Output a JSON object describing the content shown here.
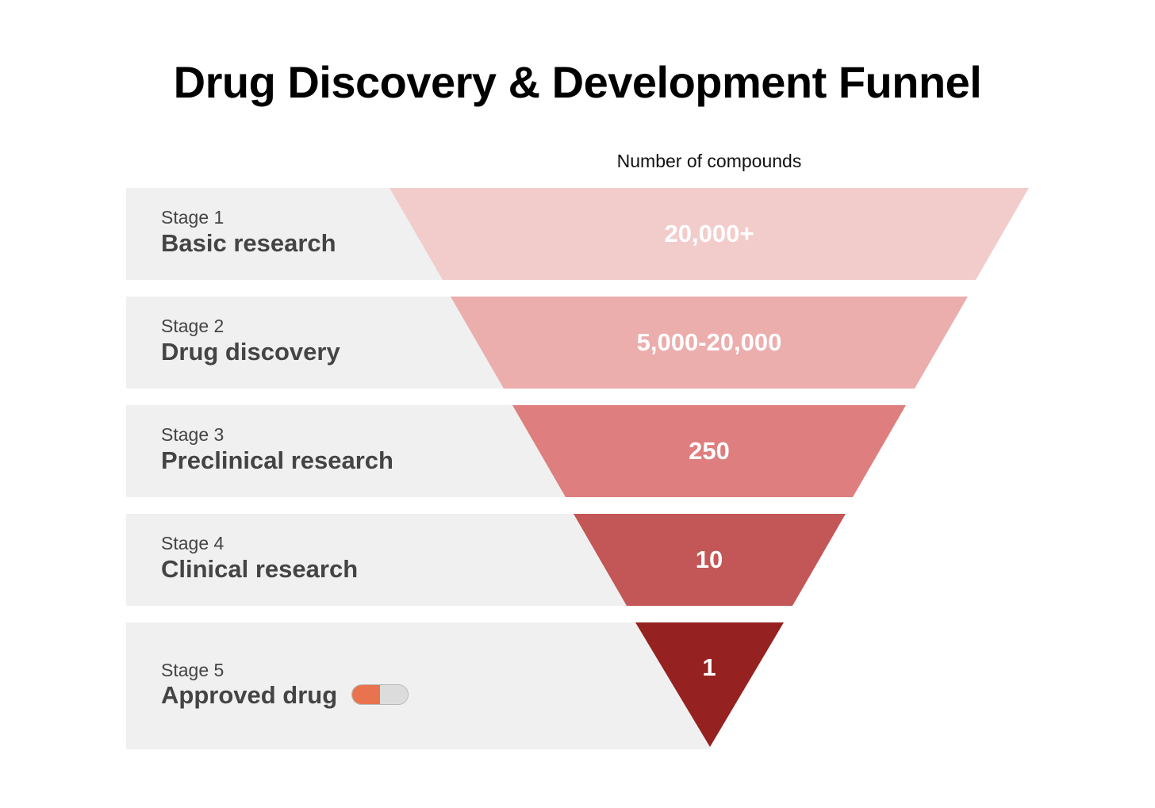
{
  "title": "Drug Discovery & Development Funnel",
  "column_header": "Number of compounds",
  "stages": [
    {
      "stage": "Stage 1",
      "name": "Basic research",
      "value": "20,000+",
      "color": "#f2cccb"
    },
    {
      "stage": "Stage 2",
      "name": "Drug discovery",
      "value": "5,000-20,000",
      "color": "#ecadad"
    },
    {
      "stage": "Stage 3",
      "name": "Preclinical research",
      "value": "250",
      "color": "#df7e7e"
    },
    {
      "stage": "Stage 4",
      "name": "Clinical research",
      "value": "10",
      "color": "#c35656"
    },
    {
      "stage": "Stage 5",
      "name": "Approved drug",
      "value": "1",
      "color": "#952120"
    }
  ],
  "icons": {
    "approved_drug_icon": "pill-icon"
  },
  "colors": {
    "row_background": "#f0f0f0",
    "label_text": "#444444",
    "pill_orange": "#e8734e",
    "pill_gray": "#dcdcdc"
  }
}
